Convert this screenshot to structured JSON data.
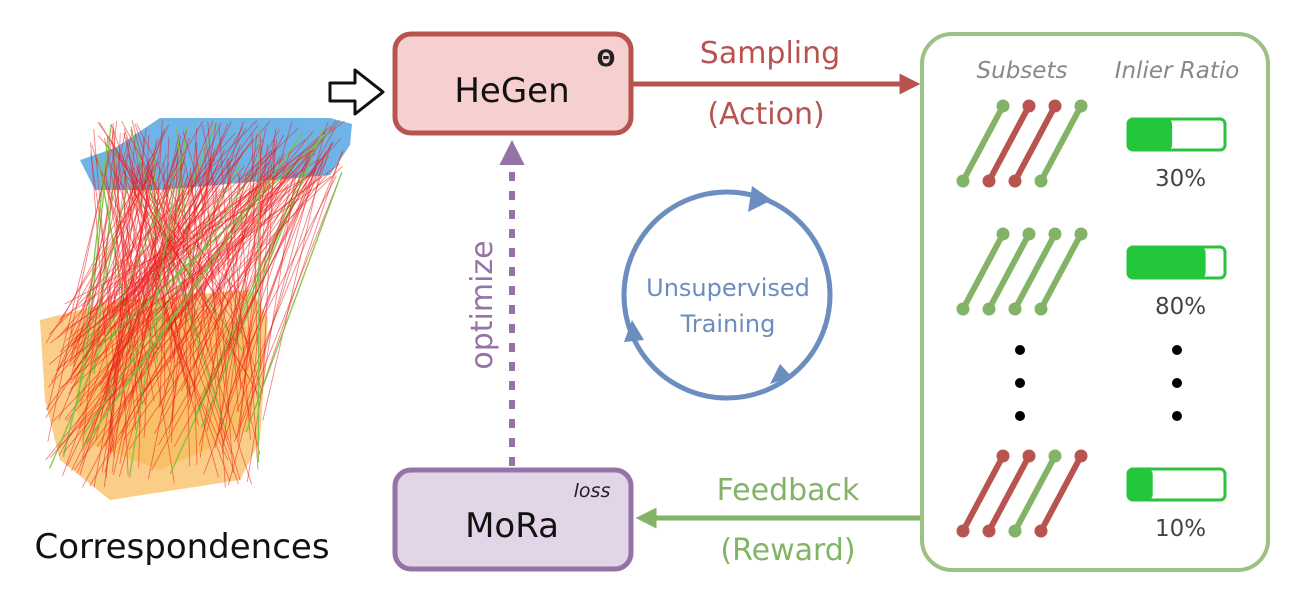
{
  "correspondences_label": "Correspondences",
  "generator": {
    "label": "HeGen",
    "theta_symbol": "Θ"
  },
  "loss_node": {
    "label": "MoRa",
    "tag": "loss"
  },
  "sampling": {
    "line1": "Sampling",
    "line2": "(Action)"
  },
  "feedback": {
    "line1": "Feedback",
    "line2": "(Reward)"
  },
  "optimize_label": "optimize",
  "cycle": {
    "line1": "Unsupervised",
    "line2": "Training"
  },
  "subsets_panel": {
    "header_subsets": "Subsets",
    "header_ratio": "Inlier Ratio",
    "rows": [
      {
        "pattern": [
          "inlier",
          "outlier",
          "outlier",
          "inlier"
        ],
        "ratio": 0.3,
        "ratio_label": "30%"
      },
      {
        "pattern": [
          "inlier",
          "inlier",
          "inlier",
          "inlier"
        ],
        "ratio": 0.8,
        "ratio_label": "80%"
      },
      {
        "pattern": [
          "outlier",
          "outlier",
          "inlier",
          "outlier"
        ],
        "ratio": 0.1,
        "ratio_label": "10%"
      }
    ]
  },
  "colors": {
    "hegen_fill": "#f6cfcf",
    "hegen_border": "#b85450",
    "mora_fill": "#e1d5e7",
    "mora_border": "#9673a6",
    "panel_border": "#9dc184",
    "inlier": "#82b366",
    "outlier": "#b85450",
    "bar_fill": "#22c73a",
    "bar_border": "#2bc23f",
    "sampling_text": "#b85450",
    "feedback_text": "#82b366",
    "optimize": "#9673a6",
    "cycle": "#6c8ebf",
    "cloud_blue": "#3d9be0",
    "cloud_orange": "#f5a623",
    "match_red": "#ee1c1c",
    "match_green": "#7cc242"
  }
}
